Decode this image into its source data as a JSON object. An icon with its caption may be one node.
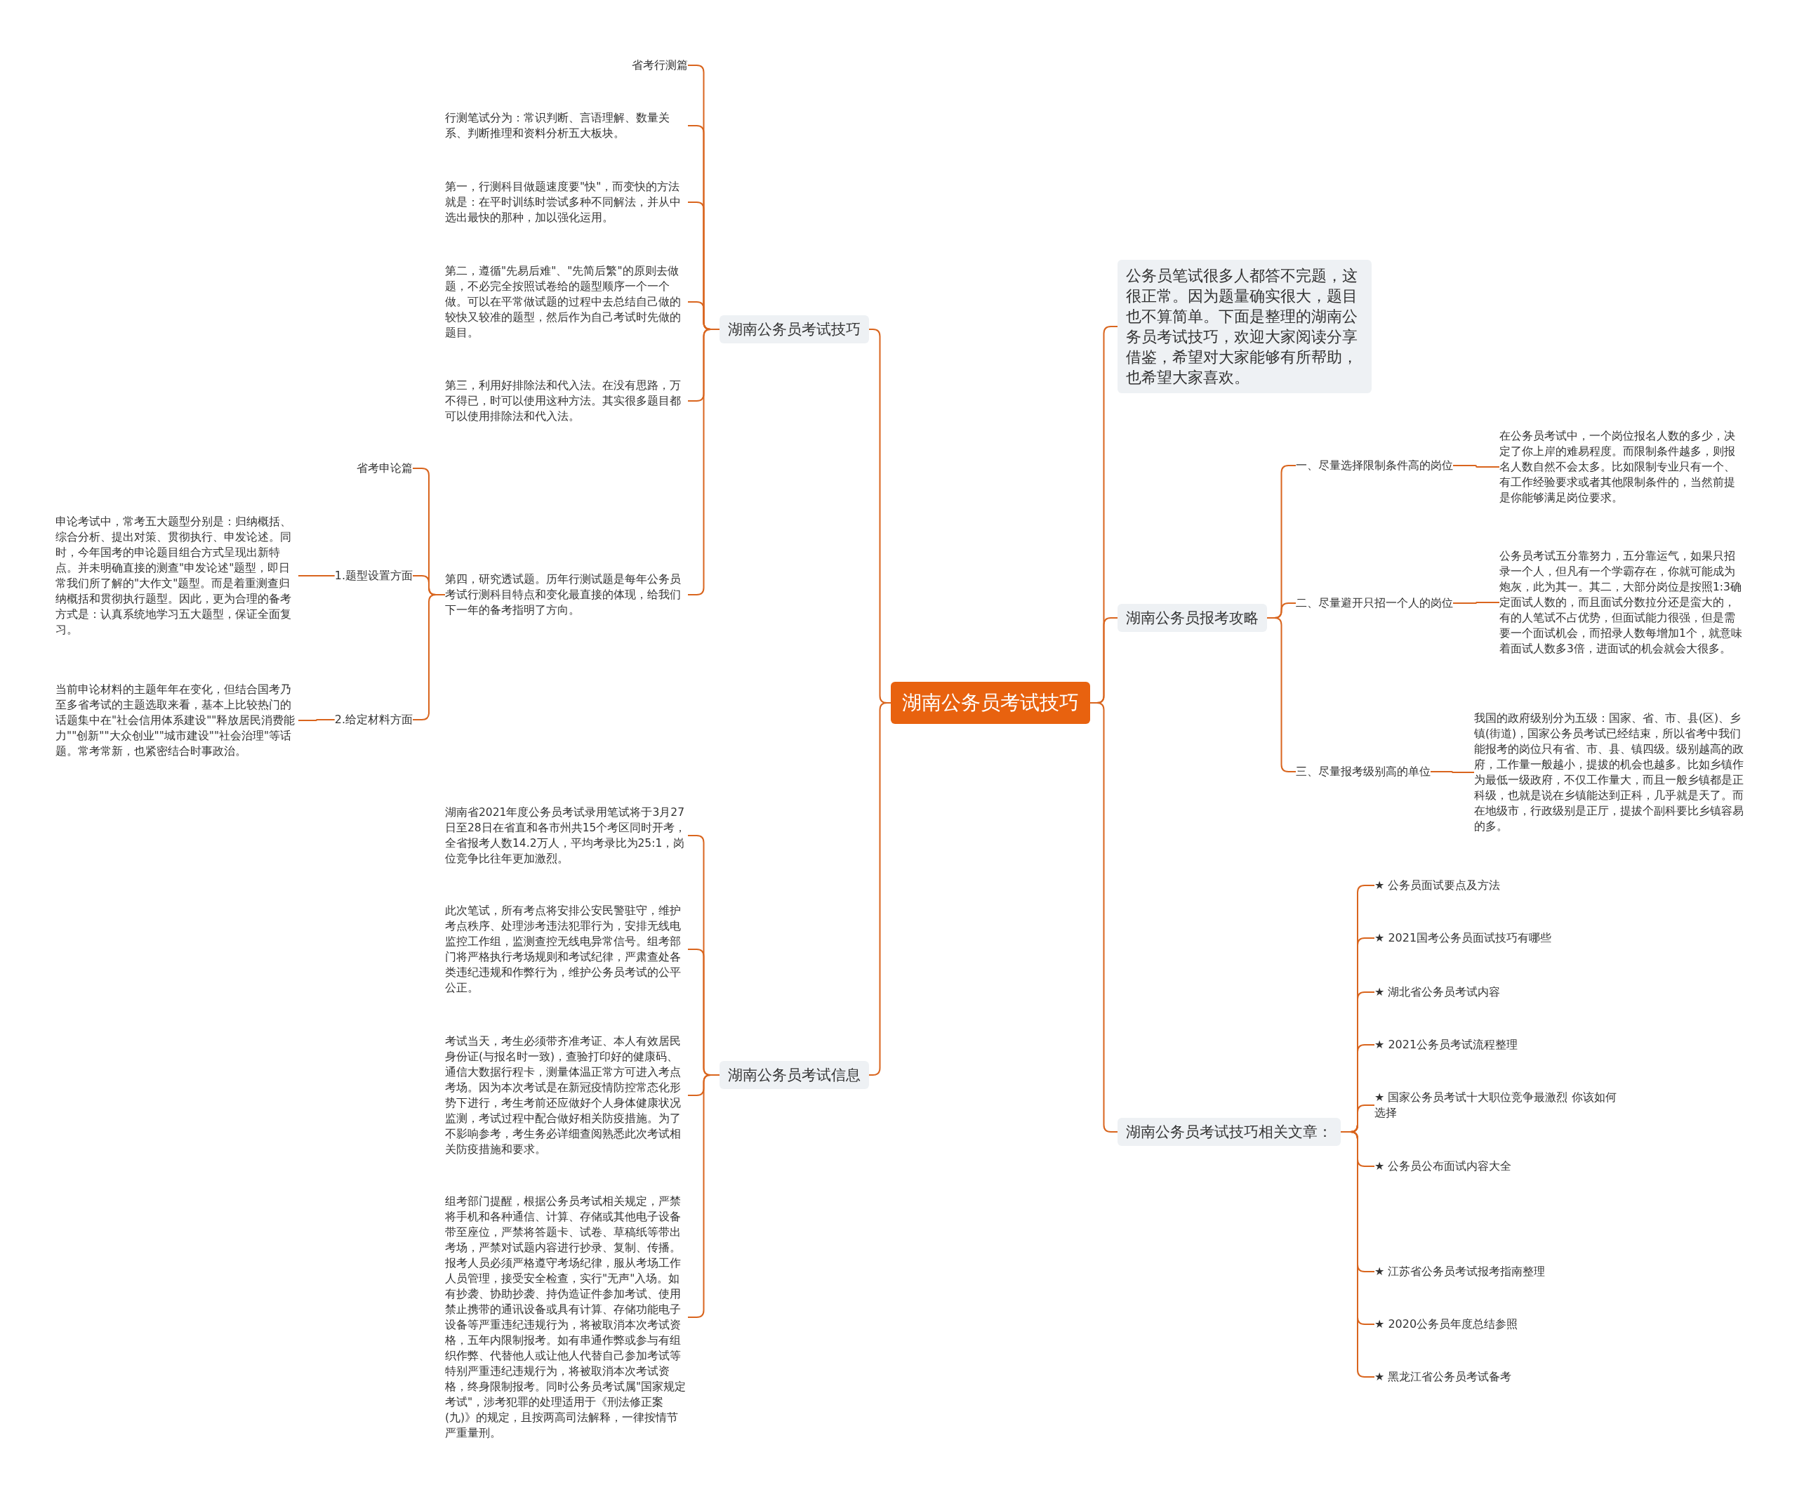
{
  "diagram": {
    "nodes": [
      {
        "text": [
          "湖南公务员考试技巧"
        ]
      },
      {
        "text": [
          "湖南公务员考试技巧"
        ]
      },
      {
        "text": [
          "省考行测篇"
        ]
      },
      {
        "text": [
          "行测笔试分为：常识判断、言语理解、数量关系、判断推理和资料分析五大板块。"
        ]
      },
      {
        "text": [
          "第一，行测科目做题速度要\"快\"，而变快的方法就是：在平时训练时尝试多种不同解法，并从中选出最快的那种，加以强化运用。"
        ]
      },
      {
        "text": [
          "第二，遵循\"先易后难\"、\"先简后繁\"的原则去做题，不必完全按照试卷给的题型顺序一个一个做。可以在平常做试题的过程中去总结自己做的较快又较准的题型，然后作为自己考试时先做的题目。"
        ]
      },
      {
        "text": [
          "第三，利用好排除法和代入法。在没有思路，万不得已，时可以使用这种方法。其实很多题目都可以使用排除法和代入法。"
        ]
      },
      {
        "text": [
          "第四，研究透试题。历年行测试题是每年公务员考试行测科目特点和变化最直接的体现，给我们下一年的备考指明了方向。"
        ]
      },
      {
        "text": [
          "省考申论篇"
        ]
      },
      {
        "text": [
          "1.题型设置方面"
        ]
      },
      {
        "text": [
          "申论考试中，常考五大题型分别是：归纳概括、综合分析、提出对策、贯彻执行、申发论述。同时，今年国考的申论题目组合方式呈现出新特点。并未明确直接的测查\"申发论述\"题型，即日常我们所了解的\"大作文\"题型。而是着重测查归纳概括和贯彻执行题型。因此，更为合理的备考方式是：认真系统地学习五大题型，保证全面复习。"
        ]
      },
      {
        "text": [
          "2.给定材料方面"
        ]
      },
      {
        "text": [
          "当前申论材料的主题年年在变化，但结合国考乃至多省考试的主题选取来看，基本上比较热门的话题集中在\"社会信用体系建设\"\"释放居民消费能力\"\"创新\"\"大众创业\"\"城市建设\"\"社会治理\"等话题。常考常新，也紧密结合时事政治。"
        ]
      },
      {
        "text": [
          "湖南公务员考试信息"
        ]
      },
      {
        "text": [
          "湖南省2021年度公务员考试录用笔试将于3月27日至28日在省直和各市州共15个考区同时开考，全省报考人数14.2万人，平均考录比为25:1，岗位竞争比往年更加激烈。"
        ]
      },
      {
        "text": [
          "此次笔试，所有考点将安排公安民警驻守，维护考点秩序、处理涉考违法犯罪行为，安排无线电监控工作组，监测查控无线电异常信号。组考部门将严格执行考场规则和考试纪律，严肃查处各类违纪违规和作弊行为，维护公务员考试的公平公正。"
        ]
      },
      {
        "text": [
          "考试当天，考生必须带齐准考证、本人有效居民身份证(与报名时一致)，查验打印好的健康码、通信大数据行程卡，测量体温正常方可进入考点考场。因为本次考试是在新冠疫情防控常态化形势下进行，考生考前还应做好个人身体健康状况监测，考试过程中配合做好相关防疫措施。为了不影响参考，考生务必详细查阅熟悉此次考试相关防疫措施和要求。"
        ]
      },
      {
        "text": [
          "组考部门提醒，根据公务员考试相关规定，严禁将手机和各种通信、计算、存储或其他电子设备带至座位，严禁将答题卡、试卷、草稿纸等带出考场，严禁对试题内容进行抄录、复制、传播。报考人员必须严格遵守考场纪律，服从考场工作人员管理，接受安全检查，实行\"无声\"入场。如有抄袭、协助抄袭、持伪造证件参加考试、使用禁止携带的通讯设备或具有计算、存储功能电子设备等严重违纪违规行为，将被取消本次考试资格，五年内限制报考。如有串通作弊或参与有组织作弊、代替他人或让他人代替自己参加考试等特别严重违纪违规行为，将被取消本次考试资格，终身限制报考。同时公务员考试属\"国家规定考试\"，涉考犯罪的处理适用于《刑法修正案(九)》的规定，且按两高司法解释，一律按情节严重量刑。"
        ]
      },
      {
        "text": [
          "公务员笔试很多人都答不完题，这很正常。因为题量确实很大，题目也不算简单。下面是整理的湖南公务员考试技巧，欢迎大家阅读分享借鉴，希望对大家能够有所帮助，也希望大家喜欢。"
        ]
      },
      {
        "text": [
          "湖南公务员报考攻略"
        ]
      },
      {
        "text": [
          "一、尽量选择限制条件高的岗位"
        ]
      },
      {
        "text": [
          "在公务员考试中，一个岗位报名人数的多少，决定了你上岸的难易程度。而限制条件越多，则报名人数自然不会太多。比如限制专业只有一个、有工作经验要求或者其他限制条件的，当然前提是你能够满足岗位要求。"
        ]
      },
      {
        "text": [
          "二、尽量避开只招一个人的岗位"
        ]
      },
      {
        "text": [
          "公务员考试五分靠努力，五分靠运气，如果只招录一个人，但凡有一个学霸存在，你就可能成为炮灰，此为其一。其二，大部分岗位是按照1:3确定面试人数的，而且面试分数拉分还是蛮大的，有的人笔试不占优势，但面试能力很强，但是需要一个面试机会，而招录人数每增加1个，就意味着面试人数多3倍，进面试的机会就会大很多。"
        ]
      },
      {
        "text": [
          "三、尽量报考级别高的单位"
        ]
      },
      {
        "text": [
          "我国的政府级别分为五级：国家、省、市、县(区)、乡镇(街道)，国家公务员考试已经结束，所以省考中我们能报考的岗位只有省、市、县、镇四级。级别越高的政府，工作量一般越小，提拔的机会也越多。比如乡镇作为最低一级政府，不仅工作量大，而且一般乡镇都是正科级，也就是说在乡镇能达到正科，几乎就是天了。而在地级市，行政级别是正厅，提拔个副科要比乡镇容易的多。"
        ]
      },
      {
        "text": [
          "湖南公务员考试技巧相关文章："
        ]
      },
      {
        "text": [
          "★ 公务员面试要点及方法"
        ]
      },
      {
        "text": [
          "★ 2021国考公务员面试技巧有哪些"
        ]
      },
      {
        "text": [
          "★ 湖北省公务员考试内容"
        ]
      },
      {
        "text": [
          "★ 2021公务员考试流程整理"
        ]
      },
      {
        "text": [
          "★ 国家公务员考试十大职位竞争最激烈 你该如何选择"
        ]
      },
      {
        "text": [
          "★ 公务员公布面试内容大全"
        ]
      },
      {
        "text": [
          "★ 江苏省公务员考试报考指南整理"
        ]
      },
      {
        "text": [
          "★ 2020公务员年度总结参照"
        ]
      },
      {
        "text": [
          "★ 黑龙江省公务员考试备考"
        ]
      }
    ],
    "edges": [
      {
        "from": 0,
        "to": 1,
        "arrow": "none"
      },
      {
        "from": 0,
        "to": 13,
        "arrow": "none"
      },
      {
        "from": 0,
        "to": 18,
        "arrow": "none"
      },
      {
        "from": 0,
        "to": 19,
        "arrow": "none"
      },
      {
        "from": 0,
        "to": 26,
        "arrow": "none"
      },
      {
        "from": 1,
        "to": 2,
        "arrow": "none"
      },
      {
        "from": 1,
        "to": 3,
        "arrow": "none"
      },
      {
        "from": 1,
        "to": 4,
        "arrow": "none"
      },
      {
        "from": 1,
        "to": 5,
        "arrow": "none"
      },
      {
        "from": 1,
        "to": 6,
        "arrow": "none"
      },
      {
        "from": 1,
        "to": 7,
        "arrow": "none"
      },
      {
        "from": 7,
        "to": 8,
        "arrow": "none"
      },
      {
        "from": 7,
        "to": 9,
        "arrow": "none"
      },
      {
        "from": 7,
        "to": 11,
        "arrow": "none"
      },
      {
        "from": 9,
        "to": 10,
        "arrow": "none"
      },
      {
        "from": 11,
        "to": 12,
        "arrow": "none"
      },
      {
        "from": 13,
        "to": 14,
        "arrow": "none"
      },
      {
        "from": 13,
        "to": 15,
        "arrow": "none"
      },
      {
        "from": 13,
        "to": 16,
        "arrow": "none"
      },
      {
        "from": 13,
        "to": 17,
        "arrow": "none"
      },
      {
        "from": 19,
        "to": 20,
        "arrow": "none"
      },
      {
        "from": 19,
        "to": 22,
        "arrow": "none"
      },
      {
        "from": 19,
        "to": 24,
        "arrow": "none"
      },
      {
        "from": 20,
        "to": 21,
        "arrow": "none"
      },
      {
        "from": 22,
        "to": 23,
        "arrow": "none"
      },
      {
        "from": 24,
        "to": 25,
        "arrow": "none"
      },
      {
        "from": 26,
        "to": 27,
        "arrow": "none"
      },
      {
        "from": 26,
        "to": 28,
        "arrow": "none"
      },
      {
        "from": 26,
        "to": 29,
        "arrow": "none"
      },
      {
        "from": 26,
        "to": 30,
        "arrow": "none"
      },
      {
        "from": 26,
        "to": 31,
        "arrow": "none"
      },
      {
        "from": 26,
        "to": 32,
        "arrow": "none"
      },
      {
        "from": 26,
        "to": 33,
        "arrow": "none"
      },
      {
        "from": 26,
        "to": 34,
        "arrow": "none"
      },
      {
        "from": 26,
        "to": 35,
        "arrow": "none"
      }
    ]
  }
}
